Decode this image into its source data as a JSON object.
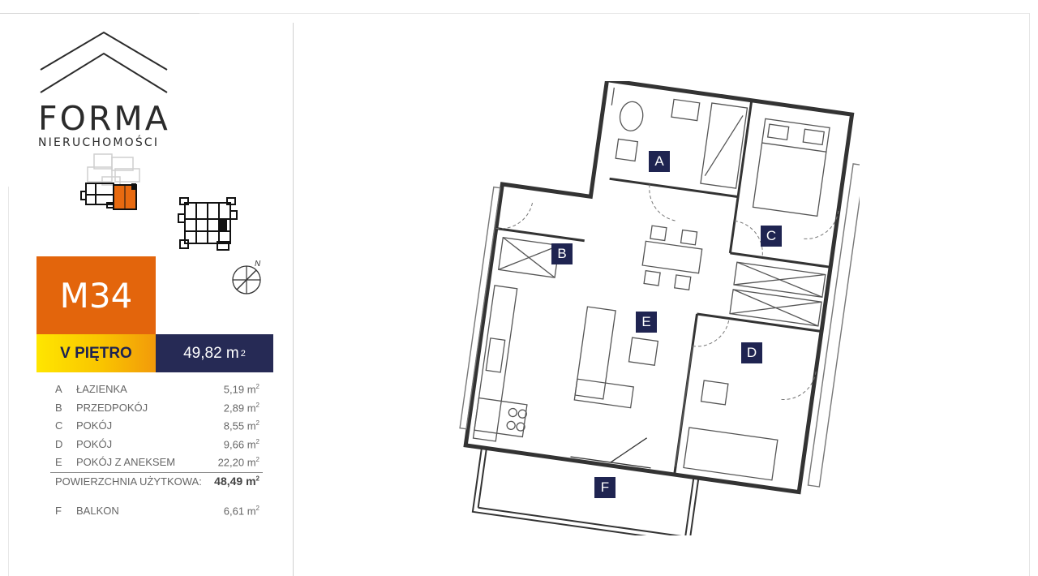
{
  "brand": {
    "name": "FORMA",
    "subtitle": "NIERUCHOMOŚCI"
  },
  "unit": {
    "code": "M34",
    "floor": "V PIĘTRO",
    "total_area_value": "49,82 m",
    "total_area_sup": "2"
  },
  "rooms": [
    {
      "letter": "A",
      "name": "ŁAZIENKA",
      "area": "5,19 m",
      "sup": "2"
    },
    {
      "letter": "B",
      "name": "PRZEDPOKÓJ",
      "area": "2,89 m",
      "sup": "2"
    },
    {
      "letter": "C",
      "name": "POKÓJ",
      "area": "8,55 m",
      "sup": "2"
    },
    {
      "letter": "D",
      "name": "POKÓJ",
      "area": "9,66 m",
      "sup": "2"
    },
    {
      "letter": "E",
      "name": "POKÓJ Z ANEKSEM",
      "area": "22,20 m",
      "sup": "2"
    }
  ],
  "usable_area": {
    "label": "POWIERZCHNIA UŻYTKOWA:",
    "value": "48,49 m",
    "sup": "2"
  },
  "balcony": {
    "letter": "F",
    "name": "BALKON",
    "area": "6,61 m",
    "sup": "2"
  },
  "compass": {
    "north_label": "N"
  },
  "plan_labels": {
    "a": "A",
    "b": "B",
    "c": "C",
    "d": "D",
    "e": "E",
    "f": "F"
  },
  "colors": {
    "accent_orange": "#e3650c",
    "navy": "#262a55",
    "yellow": "#ffe600"
  }
}
